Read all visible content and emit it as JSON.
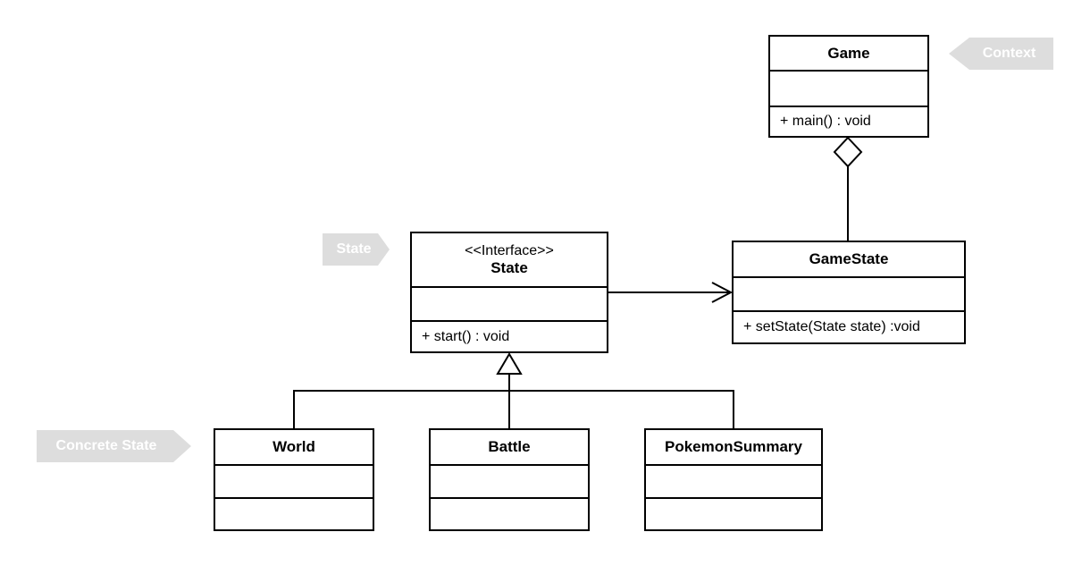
{
  "classes": {
    "game": {
      "name": "Game",
      "operations": [
        "+ main() : void"
      ]
    },
    "state": {
      "stereotype": "<<Interface>>",
      "name": "State",
      "operations": [
        "+ start() : void"
      ]
    },
    "game_state": {
      "name": "GameState",
      "operations": [
        "+ setState(State state) :void"
      ]
    },
    "world": {
      "name": "World"
    },
    "battle": {
      "name": "Battle"
    },
    "pokemon_summary": {
      "name": "PokemonSummary"
    }
  },
  "tags": {
    "context": "Context",
    "state": "State",
    "concrete_state": "Concrete State"
  },
  "colors": {
    "tag_fill": "#dddddd",
    "tag_text": "#ffffff",
    "line": "#000000"
  }
}
